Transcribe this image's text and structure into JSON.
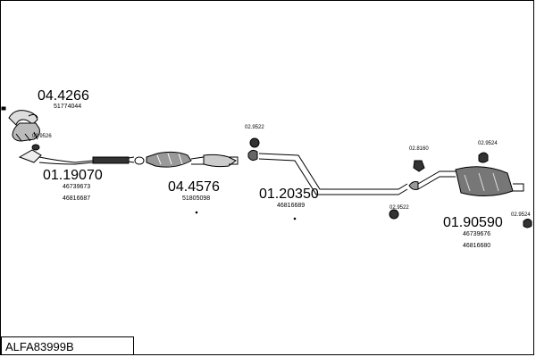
{
  "title": "ALFA83999B",
  "parts": {
    "manifold": {
      "number": "04.4266",
      "refs": [
        "51774044"
      ]
    },
    "gasket_front": {
      "number": "02.9526"
    },
    "front_pipe": {
      "number": "01.19070",
      "refs": [
        "46739673",
        "46816687"
      ]
    },
    "catalyst": {
      "number": "04.4576",
      "refs": [
        "51805098"
      ]
    },
    "gasket_mid": {
      "number": "02.9522"
    },
    "mid_pipe": {
      "number": "01.20350",
      "refs": [
        "46816689"
      ]
    },
    "gasket_rear": {
      "number": "02.9522"
    },
    "mount_rubber": {
      "number": "02.8160"
    },
    "hanger_top": {
      "number": "02.9524"
    },
    "rear_silencer": {
      "number": "01.90590",
      "refs": [
        "46739676",
        "46816680"
      ]
    },
    "hanger_right": {
      "number": "02.9524"
    }
  }
}
